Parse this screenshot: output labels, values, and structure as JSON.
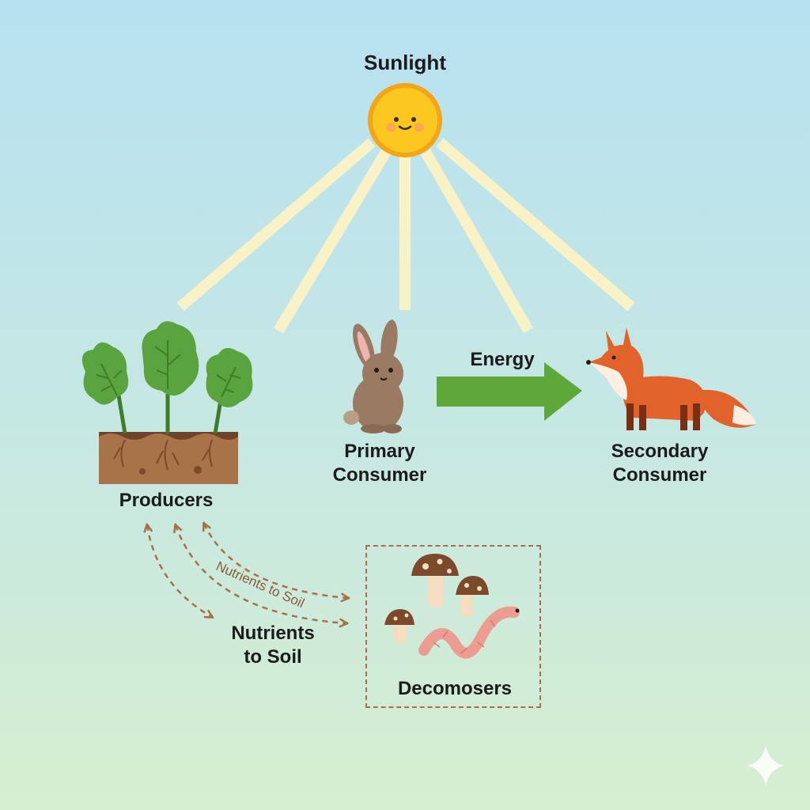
{
  "labels": {
    "sunlight": "Sunlight",
    "producers": "Producers",
    "primary_line1": "Primary",
    "primary_line2": "Consumer",
    "secondary_line1": "Secondary",
    "secondary_line2": "Consumer",
    "energy": "Energy",
    "nutrients_line1": "Nutrients",
    "nutrients_line2": "to Soil",
    "nutrients_curved": "Nutrients to Soil",
    "decomposers": "Decomosers"
  },
  "colors": {
    "sun": "#f9c21c",
    "sun_rays": "#f8f2c6",
    "leaves": "#5aa43f",
    "soil": "#a97349",
    "rabbit": "#9a7a62",
    "fox": "#e1622a",
    "energy_arrow": "#5ea83a",
    "nutrient_arrows": "#a6714a",
    "worm": "#ec9c90",
    "mushroom_cap": "#7a4a2a"
  },
  "icons": [
    "sun-icon",
    "plants-icon",
    "rabbit-icon",
    "fox-icon",
    "mushroom-icon",
    "worm-icon",
    "sparkle-icon"
  ]
}
